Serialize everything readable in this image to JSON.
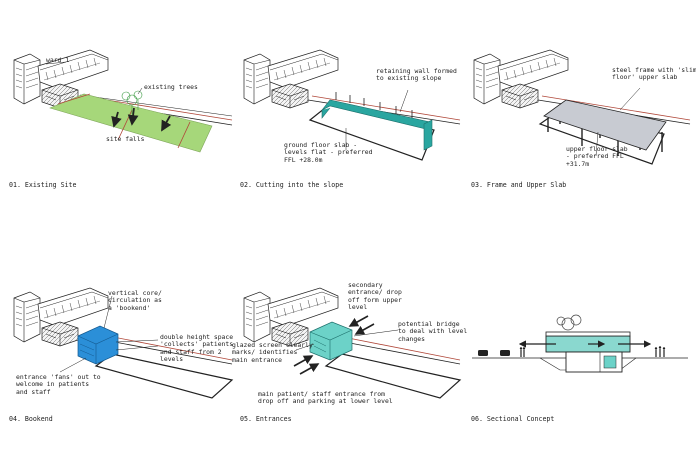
{
  "panels": [
    {
      "caption": "01. Existing Site",
      "labels": {
        "ward": "ward 1",
        "trees": "existing trees",
        "falls": "site falls"
      }
    },
    {
      "caption": "02. Cutting into the slope",
      "labels": {
        "wall": "retaining wall formed\nto existing slope",
        "slab": "ground floor slab -\nlevels flat - preferred\nFFL +28.0m"
      }
    },
    {
      "caption": "03. Frame and Upper Slab",
      "labels": {
        "frame": "steel frame with 'slim\nfloor' upper slab",
        "slab": "upper floor slab\n- preferred FFL\n+31.7m"
      }
    },
    {
      "caption": "04. Bookend",
      "labels": {
        "core": "vertical core/\ncirculation as\na 'bookend'",
        "height": "double height space\n'collects' patients\nand staff from 2\nlevels",
        "fans": "entrance 'fans' out to\nwelcome in patients\nand staff"
      }
    },
    {
      "caption": "05. Entrances",
      "labels": {
        "secondary": "secondary\nentrance/ drop\noff form upper\nlevel",
        "bridge": "potential bridge\nto deal with level\nchanges",
        "glazed": "glazed screen clearly\nmarks/ identifies\nmain entrance",
        "main": "main patient/ staff entrance from\ndrop off and parking at lower level"
      }
    },
    {
      "caption": "06. Sectional Concept",
      "labels": {}
    }
  ],
  "colors": {
    "ink": "#222222",
    "site_green": "#a6d77a",
    "wall_teal": "#2aa6a0",
    "slab_grey": "#c8cbd2",
    "core_blue": "#2b8fd8",
    "glass_teal": "#6cd2c8",
    "boundary_red": "#b0483a"
  }
}
